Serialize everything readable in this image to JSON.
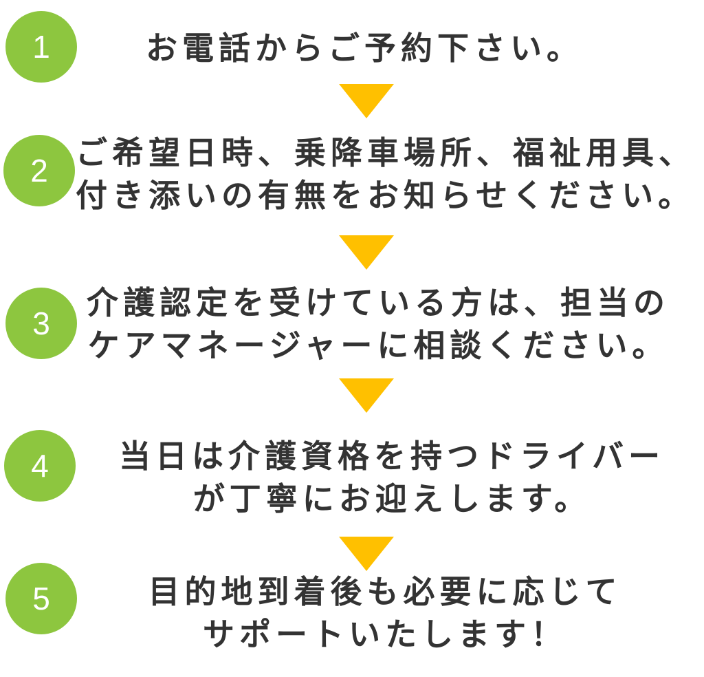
{
  "colors": {
    "circle": "#8dc63f",
    "arrow": "#ffc000",
    "text": "#333333"
  },
  "steps": [
    {
      "number": "1",
      "lines": [
        "お電話からご予約下さい。"
      ]
    },
    {
      "number": "2",
      "lines": [
        "ご希望日時、乗降車場所、福祉用具、",
        "付き添いの有無をお知らせください。"
      ]
    },
    {
      "number": "3",
      "lines": [
        "介護認定を受けている方は、担当の",
        "ケアマネージャーに相談ください。"
      ]
    },
    {
      "number": "4",
      "lines": [
        "当日は介護資格を持つドライバー",
        "が丁寧にお迎えします。"
      ]
    },
    {
      "number": "5",
      "lines": [
        "目的地到着後も必要に応じて",
        "サポートいたします！"
      ]
    }
  ]
}
